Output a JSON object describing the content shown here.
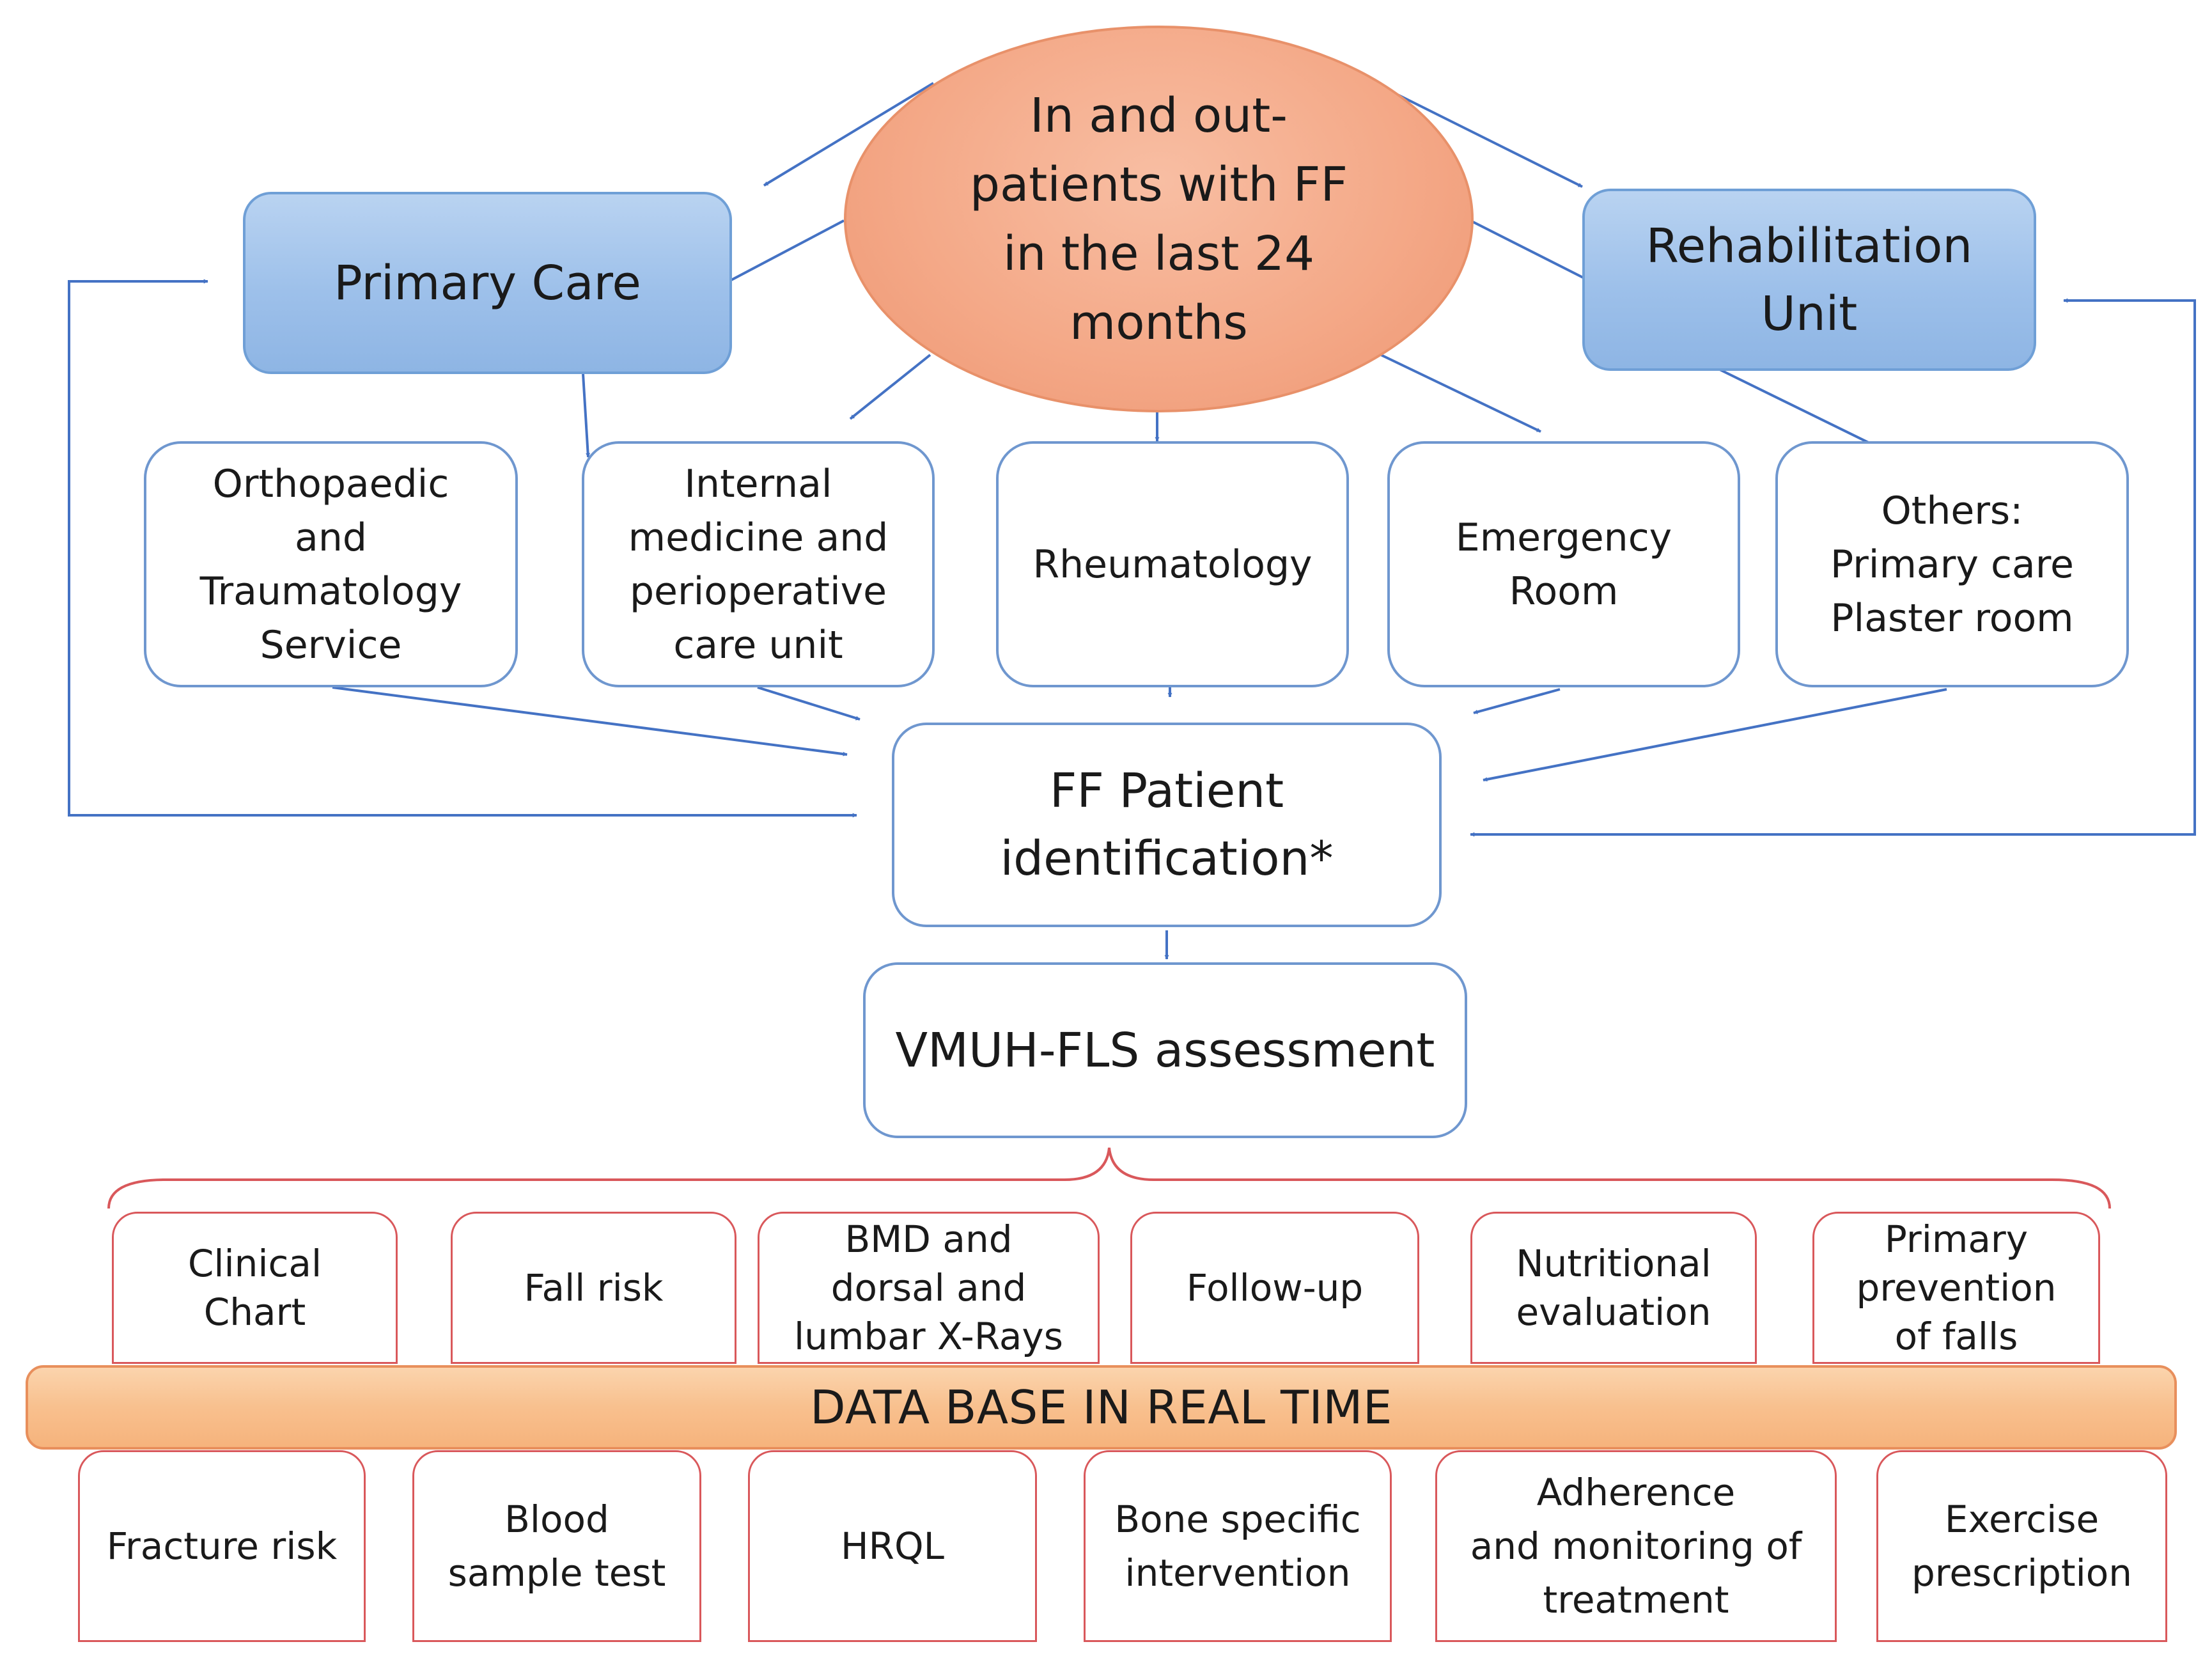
{
  "nodes": {
    "center": "In and out-\npatients with FF\nin the last 24\nmonths",
    "primary_care": "Primary Care",
    "rehab": "Rehabilitation\nUnit",
    "services": [
      "Orthopaedic\nand\nTraumatology\nService",
      "Internal\nmedicine and\nperioperative\ncare unit",
      "Rheumatology",
      "Emergency\nRoom",
      "Others:\nPrimary care\nPlaster room"
    ],
    "identification": "FF Patient\nidentification*",
    "assessment": "VMUH-FLS assessment",
    "database": "DATA BASE IN REAL TIME",
    "upper_items": [
      "Clinical\nChart",
      "Fall risk",
      "BMD and\ndorsal and\nlumbar X-Rays",
      "Follow-up",
      "Nutritional\nevaluation",
      "Primary\nprevention\nof falls"
    ],
    "lower_items": [
      "Fracture risk",
      "Blood\nsample test",
      "HRQL",
      "Bone specific\nintervention",
      "Adherence\nand monitoring of\ntreatment",
      "Exercise\nprescription"
    ]
  },
  "colors": {
    "arrow": "#4472c4",
    "oval_fill": "#f4a988",
    "blue_box_fill": "#9dc0ea",
    "red_border": "#d9585b",
    "band_fill": "#f8c08e"
  }
}
